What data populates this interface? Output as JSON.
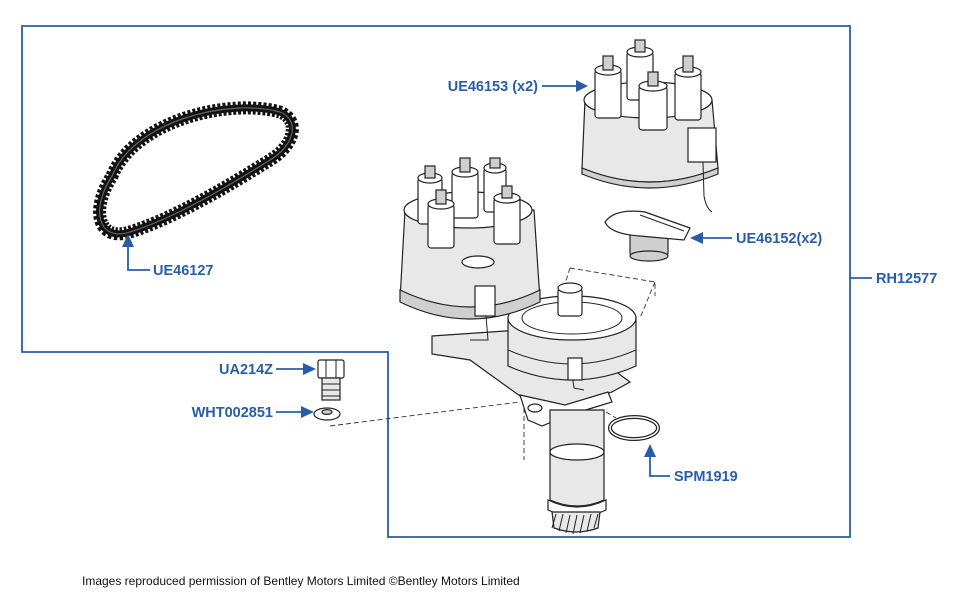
{
  "colors": {
    "label": "#2a5da8",
    "outline": "#2a5da8",
    "part_stroke": "#222222",
    "credit": "#111111"
  },
  "labels": {
    "cap_spare": "UE46153 (x2)",
    "rotor": "UE46152(x2)",
    "belt": "UE46127",
    "assembly": "RH12577",
    "bolt": "UA214Z",
    "washer": "WHT002851",
    "o_ring": "SPM1919"
  },
  "credit": "Images reproduced permission of Bentley Motors Limited ©Bentley Motors Limited"
}
